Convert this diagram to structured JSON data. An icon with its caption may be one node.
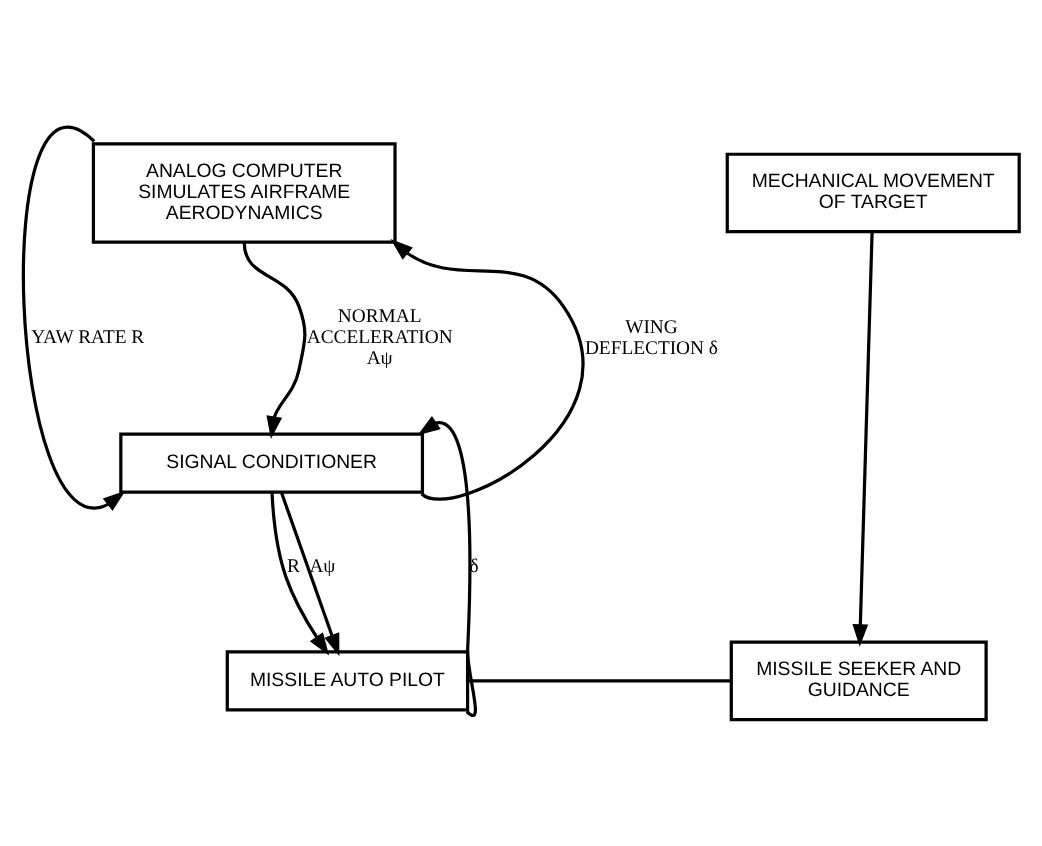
{
  "diagram": {
    "nodes": [
      {
        "text": [
          "ANALOG COMPUTER SIMULATES AIRFRAME AERODYNAMICS"
        ]
      },
      {
        "text": [
          "MECHANICAL MOVEMENT OF TARGET"
        ]
      },
      {
        "text": [
          "SIGNAL CONDITIONER"
        ]
      },
      {
        "text": [
          "MISSILE AUTO PILOT"
        ]
      },
      {
        "text": [
          "MISSILE SEEKER AND GUIDANCE"
        ]
      }
    ],
    "edges": [
      {
        "from": 2,
        "to": 0,
        "arrow": "to",
        "label": "WING DEFLECTION δ"
      },
      {
        "from": 0,
        "to": 2,
        "arrow": "to",
        "label": "YAW RATE R"
      },
      {
        "from": 0,
        "to": 2,
        "arrow": "to",
        "label": "NORMAL ACCELERATION Aψ"
      },
      {
        "from": 3,
        "to": 2,
        "arrow": "to",
        "label": "δ"
      },
      {
        "from": 2,
        "to": 3,
        "arrow": "to",
        "label": "R"
      },
      {
        "from": 2,
        "to": 3,
        "arrow": "to",
        "label": "Aψ"
      },
      {
        "from": 1,
        "to": 4,
        "arrow": "to"
      },
      {
        "from": 3,
        "to": 4,
        "arrow": "none"
      }
    ]
  }
}
